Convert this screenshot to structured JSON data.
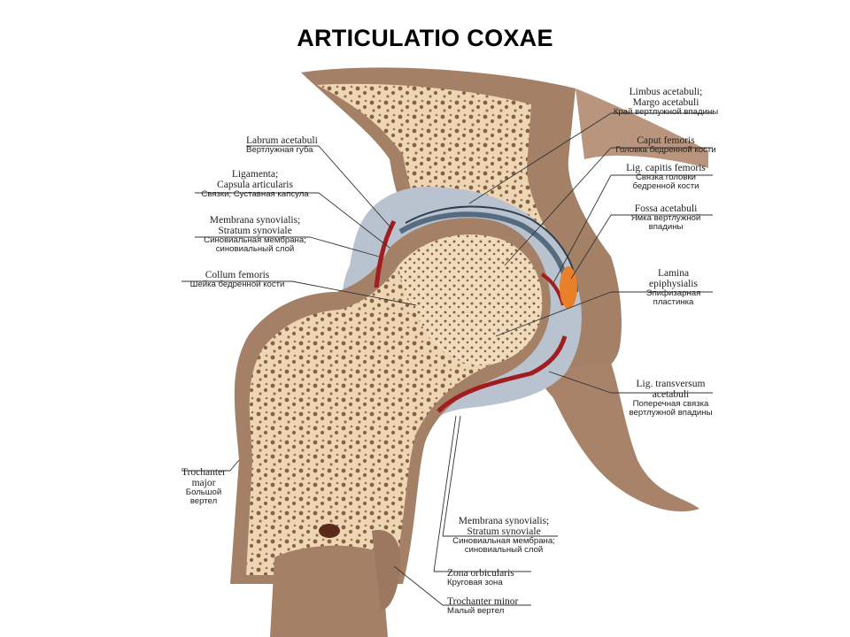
{
  "title": "ARTICULATIO COXAE",
  "colors": {
    "bone_cortex": "#a48066",
    "spongy_bone": "#ecd6b4",
    "trabecula": "#8a5f42",
    "capsule": "#b9c3cf",
    "cartilage": "#556b80",
    "synovial_red": "#a11d1f",
    "fossa_fat": "#e8802a",
    "leader_line": "#333333"
  },
  "labels": {
    "limbus": {
      "lat1": "Limbus acetabuli;",
      "lat2": "Margo acetabuli",
      "rus": "Край вертлужной впадины"
    },
    "caput": {
      "lat": "Caput femoris",
      "rus": "Головка бедренной кости"
    },
    "lig_capitis": {
      "lat": "Lig. capitis femoris",
      "rus1": "Связка головки",
      "rus2": "бедренной кости"
    },
    "fossa": {
      "lat": "Fossa acetabuli",
      "rus1": "Ямка вертлужной",
      "rus2": "впадины"
    },
    "lamina": {
      "lat1": "Lamina",
      "lat2": "epiphysialis",
      "rus1": "Эпифизарная",
      "rus2": "пластинка"
    },
    "lig_transversum": {
      "lat1": "Lig. transversum",
      "lat2": "acetabuli",
      "rus1": "Поперечная связка",
      "rus2": "вертлужной впадины"
    },
    "labrum": {
      "lat": "Labrum acetabuli",
      "rus": "Вертлужная губа"
    },
    "ligamenta": {
      "lat1": "Ligamenta;",
      "lat2": "Capsula articularis",
      "rus": "Связки; Суставная капсула"
    },
    "membrana_top": {
      "lat1": "Membrana synovialis;",
      "lat2": "Stratum synoviale",
      "rus1": "Синовиальная мембрана;",
      "rus2": "синовиальный слой"
    },
    "collum": {
      "lat": "Collum femoris",
      "rus": "Шейка бедренной кости"
    },
    "trochanter_major": {
      "lat1": "Trochanter",
      "lat2": "major",
      "rus1": "Большой",
      "rus2": "вертел"
    },
    "membrana_bottom": {
      "lat1": "Membrana synovialis;",
      "lat2": "Stratum synoviale",
      "rus1": "Синовиальная мембрана;",
      "rus2": "синовиальный слой"
    },
    "zona": {
      "lat": "Zona orbicularis",
      "rus": "Круговая зона"
    },
    "trochanter_minor": {
      "lat": "Trochanter minor",
      "rus": "Малый вертел"
    }
  }
}
